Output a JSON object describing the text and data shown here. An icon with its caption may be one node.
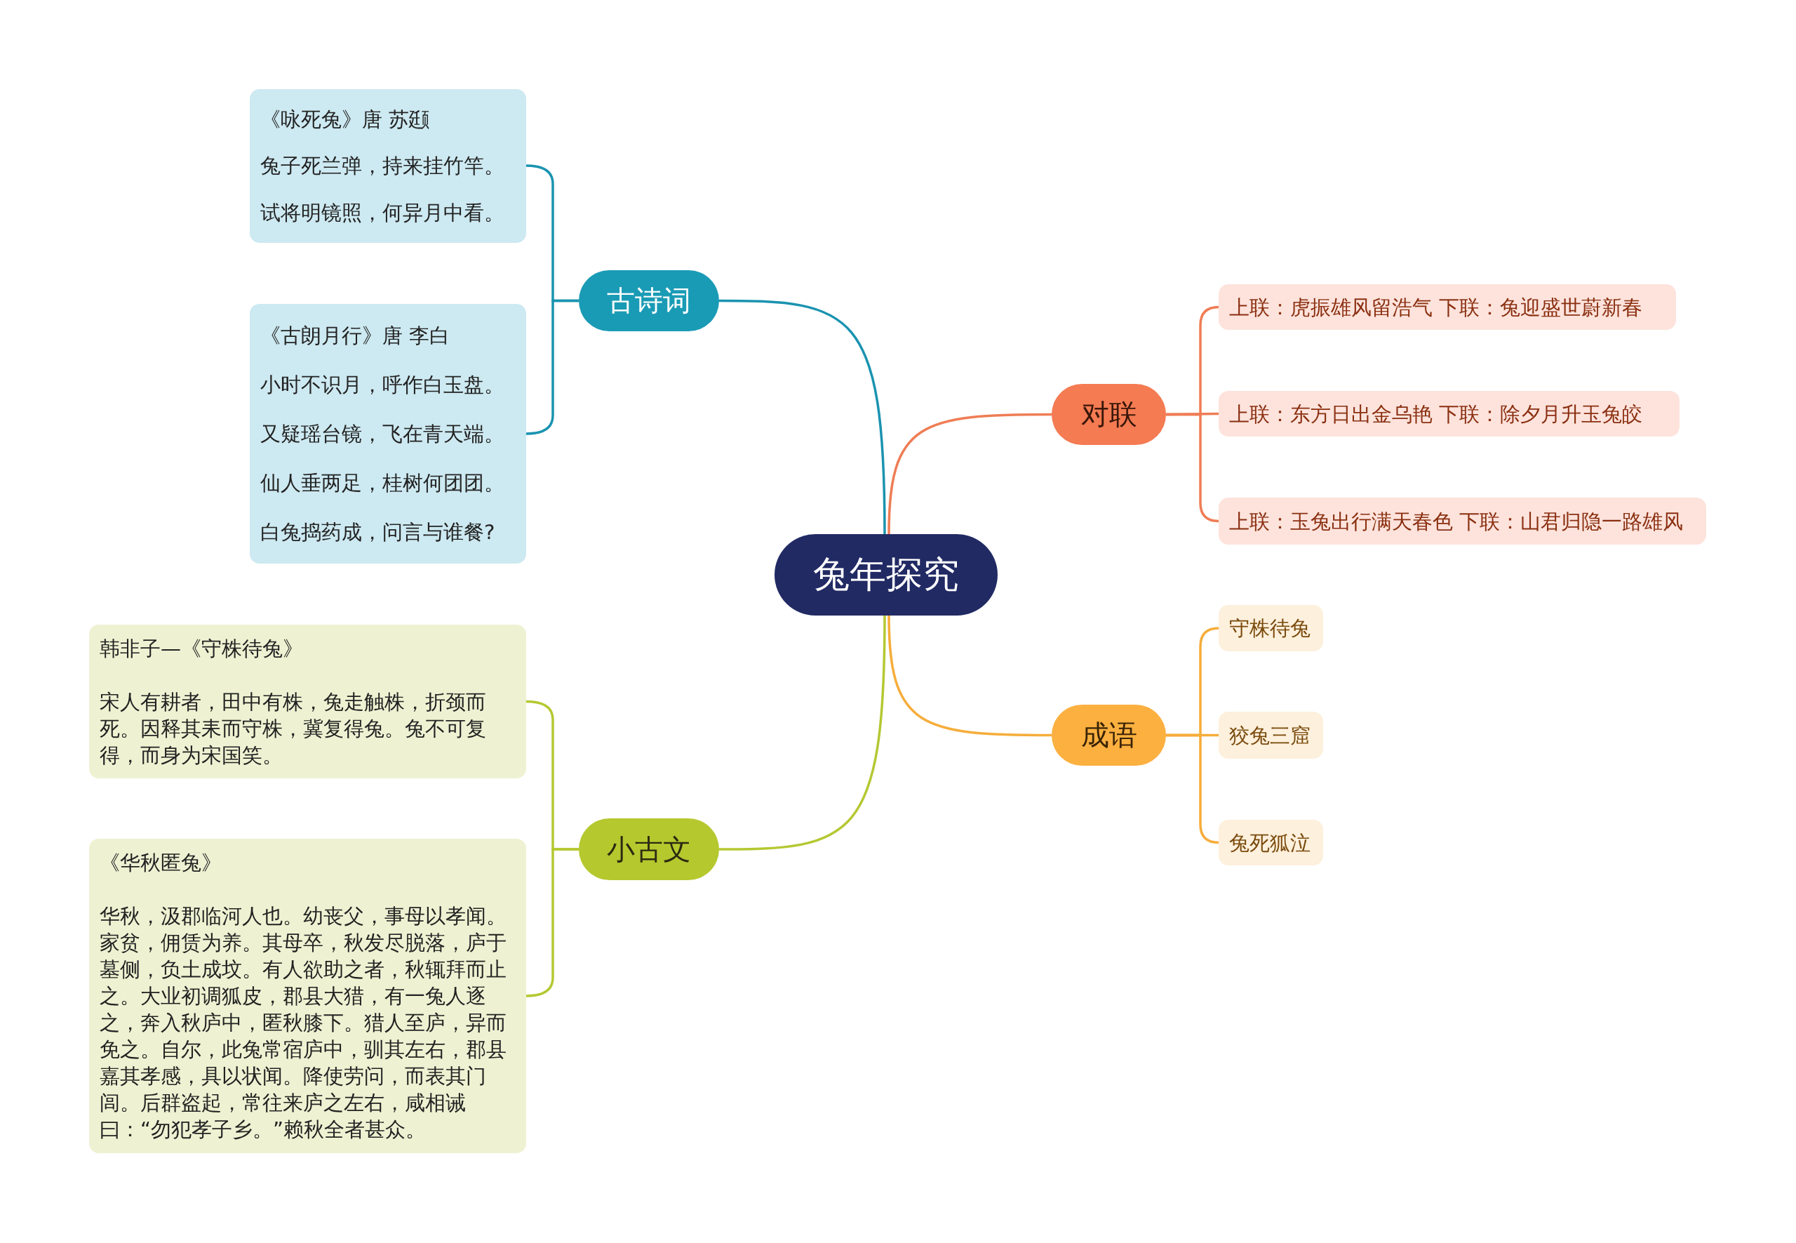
{
  "diagram": {
    "nodes": [
      {
        "text": [
          "兔年探究"
        ]
      },
      {
        "text": [
          "古诗词"
        ]
      },
      {
        "text": [
          "《咏死兔》唐 苏颋",
          "兔子死兰弹，持来挂竹竿。",
          "试将明镜照，何异月中看。"
        ]
      },
      {
        "text": [
          "《古朗月行》唐 李白",
          "小时不识月，呼作白玉盘。",
          "又疑瑶台镜，飞在青天端。",
          "仙人垂两足，桂树何团团。",
          "白兔捣药成，问言与谁餐?"
        ]
      },
      {
        "text": [
          "小古文"
        ]
      },
      {
        "text": [
          "韩非子—《守株待兔》",
          "宋人有耕者，田中有株，兔走触株，折颈而死。因释其耒而守株，冀复得兔。兔不可复得，而身为宋国笑。"
        ]
      },
      {
        "text": [
          "《华秋匿兔》",
          "华秋，汲郡临河人也。幼丧父，事母以孝闻。家贫，佣赁为养。其母卒，秋发尽脱落，庐于墓侧，负土成坟。有人欲助之者，秋辄拜而止之。大业初调狐皮，郡县大猎，有一兔人逐之，奔入秋庐中，匿秋膝下。猎人至庐，异而免之。自尔，此兔常宿庐中，驯其左右，郡县嘉其孝感，具以状闻。降使劳问，而表其门闾。后群盗起，常往来庐之左右，咸相诫曰：“勿犯孝子乡。”赖秋全者甚众。"
        ]
      },
      {
        "text": [
          "对联"
        ]
      },
      {
        "text": [
          "上联：虎振雄风留浩气 下联：兔迎盛世蔚新春"
        ]
      },
      {
        "text": [
          "上联：东方日出金乌艳 下联：除夕月升玉兔皎"
        ]
      },
      {
        "text": [
          "上联：玉兔出行满天春色 下联：山君归隐一路雄风"
        ]
      },
      {
        "text": [
          "成语"
        ]
      },
      {
        "text": [
          "守株待兔"
        ]
      },
      {
        "text": [
          "狡兔三窟"
        ]
      },
      {
        "text": [
          "兔死狐泣"
        ]
      }
    ],
    "edges": [
      {
        "from": 0,
        "to": 1,
        "arrow": "none",
        "color": "#1a93b0"
      },
      {
        "from": 1,
        "to": 2,
        "arrow": "none",
        "color": "#1a93b0"
      },
      {
        "from": 1,
        "to": 3,
        "arrow": "none",
        "color": "#1a93b0"
      },
      {
        "from": 0,
        "to": 4,
        "arrow": "none",
        "color": "#b5c832"
      },
      {
        "from": 4,
        "to": 5,
        "arrow": "none",
        "color": "#b5c832"
      },
      {
        "from": 4,
        "to": 6,
        "arrow": "none",
        "color": "#b5c832"
      },
      {
        "from": 0,
        "to": 7,
        "arrow": "none",
        "color": "#ef7d55"
      },
      {
        "from": 7,
        "to": 8,
        "arrow": "none",
        "color": "#ef7d55"
      },
      {
        "from": 7,
        "to": 9,
        "arrow": "none",
        "color": "#ef7d55"
      },
      {
        "from": 7,
        "to": 10,
        "arrow": "none",
        "color": "#ef7d55"
      },
      {
        "from": 0,
        "to": 11,
        "arrow": "none",
        "color": "#f6ad3b"
      },
      {
        "from": 11,
        "to": 12,
        "arrow": "none",
        "color": "#f6ad3b"
      },
      {
        "from": 11,
        "to": 13,
        "arrow": "none",
        "color": "#f6ad3b"
      },
      {
        "from": 11,
        "to": 14,
        "arrow": "none",
        "color": "#f6ad3b"
      }
    ]
  }
}
